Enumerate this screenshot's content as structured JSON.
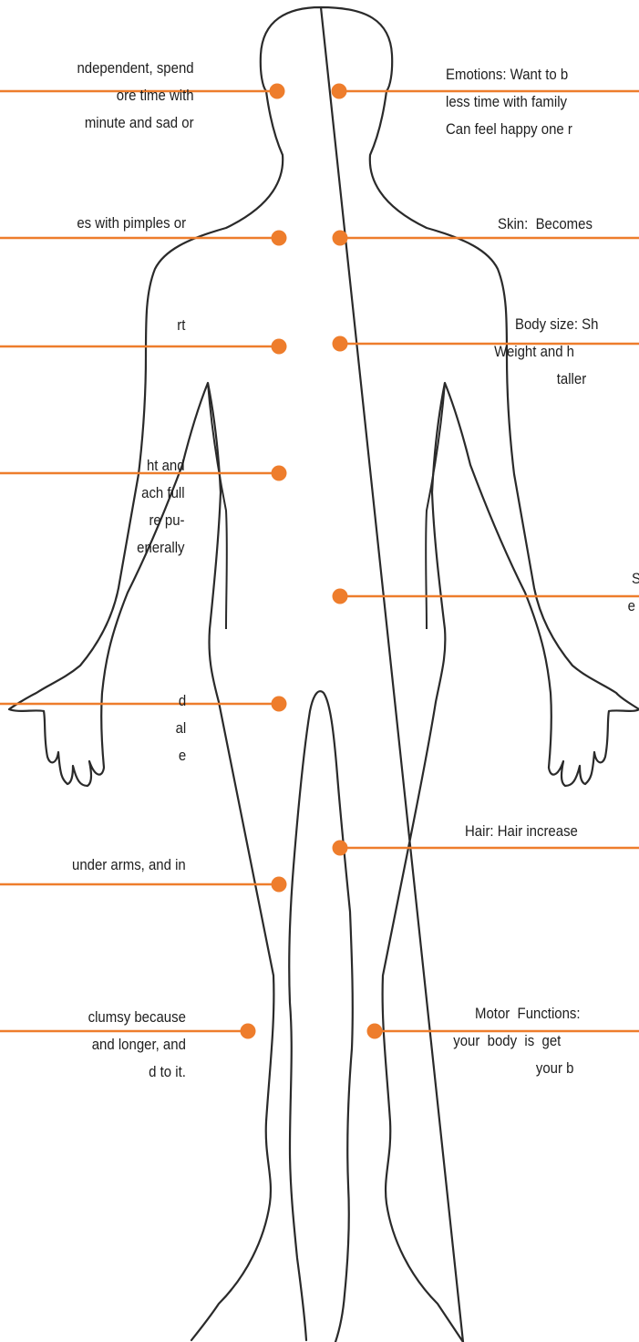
{
  "accent_color": "#ee7d2c",
  "outline_color": "#2a2a2a",
  "left_labels": [
    {
      "id": "emotions-left",
      "lines": [
        "ndependent, spend",
        "ore time with",
        "minute and sad or"
      ]
    },
    {
      "id": "skin-left",
      "lines": [
        "es with pimples or"
      ]
    },
    {
      "id": "heart-left",
      "lines": [
        "rt"
      ]
    },
    {
      "id": "size-left",
      "lines": [
        "ht and",
        "ach full",
        "re pu-",
        "enerally"
      ]
    },
    {
      "id": "hands-left",
      "lines": [
        "d",
        "al",
        "e"
      ]
    },
    {
      "id": "hair-left",
      "lines": [
        "under arms, and in"
      ]
    },
    {
      "id": "motor-left",
      "lines": [
        "clumsy because",
        "and longer, and",
        "d to it."
      ]
    }
  ],
  "right_labels": [
    {
      "id": "emotions-right",
      "lines": [
        "Emotions: Want to b",
        "less time with family",
        "Can feel happy one r"
      ]
    },
    {
      "id": "skin-right",
      "lines": [
        "Skin:  Becomes"
      ]
    },
    {
      "id": "body-size-right",
      "lines": [
        "Body size: Sh",
        "Weight and h",
        "taller"
      ]
    },
    {
      "id": "s-right",
      "lines": [
        "S",
        "e"
      ]
    },
    {
      "id": "hair-right",
      "lines": [
        "Hair: Hair increase"
      ]
    },
    {
      "id": "motor-right",
      "lines": [
        "Motor  Functions:",
        "your  body  is  get",
        "your b"
      ]
    }
  ]
}
